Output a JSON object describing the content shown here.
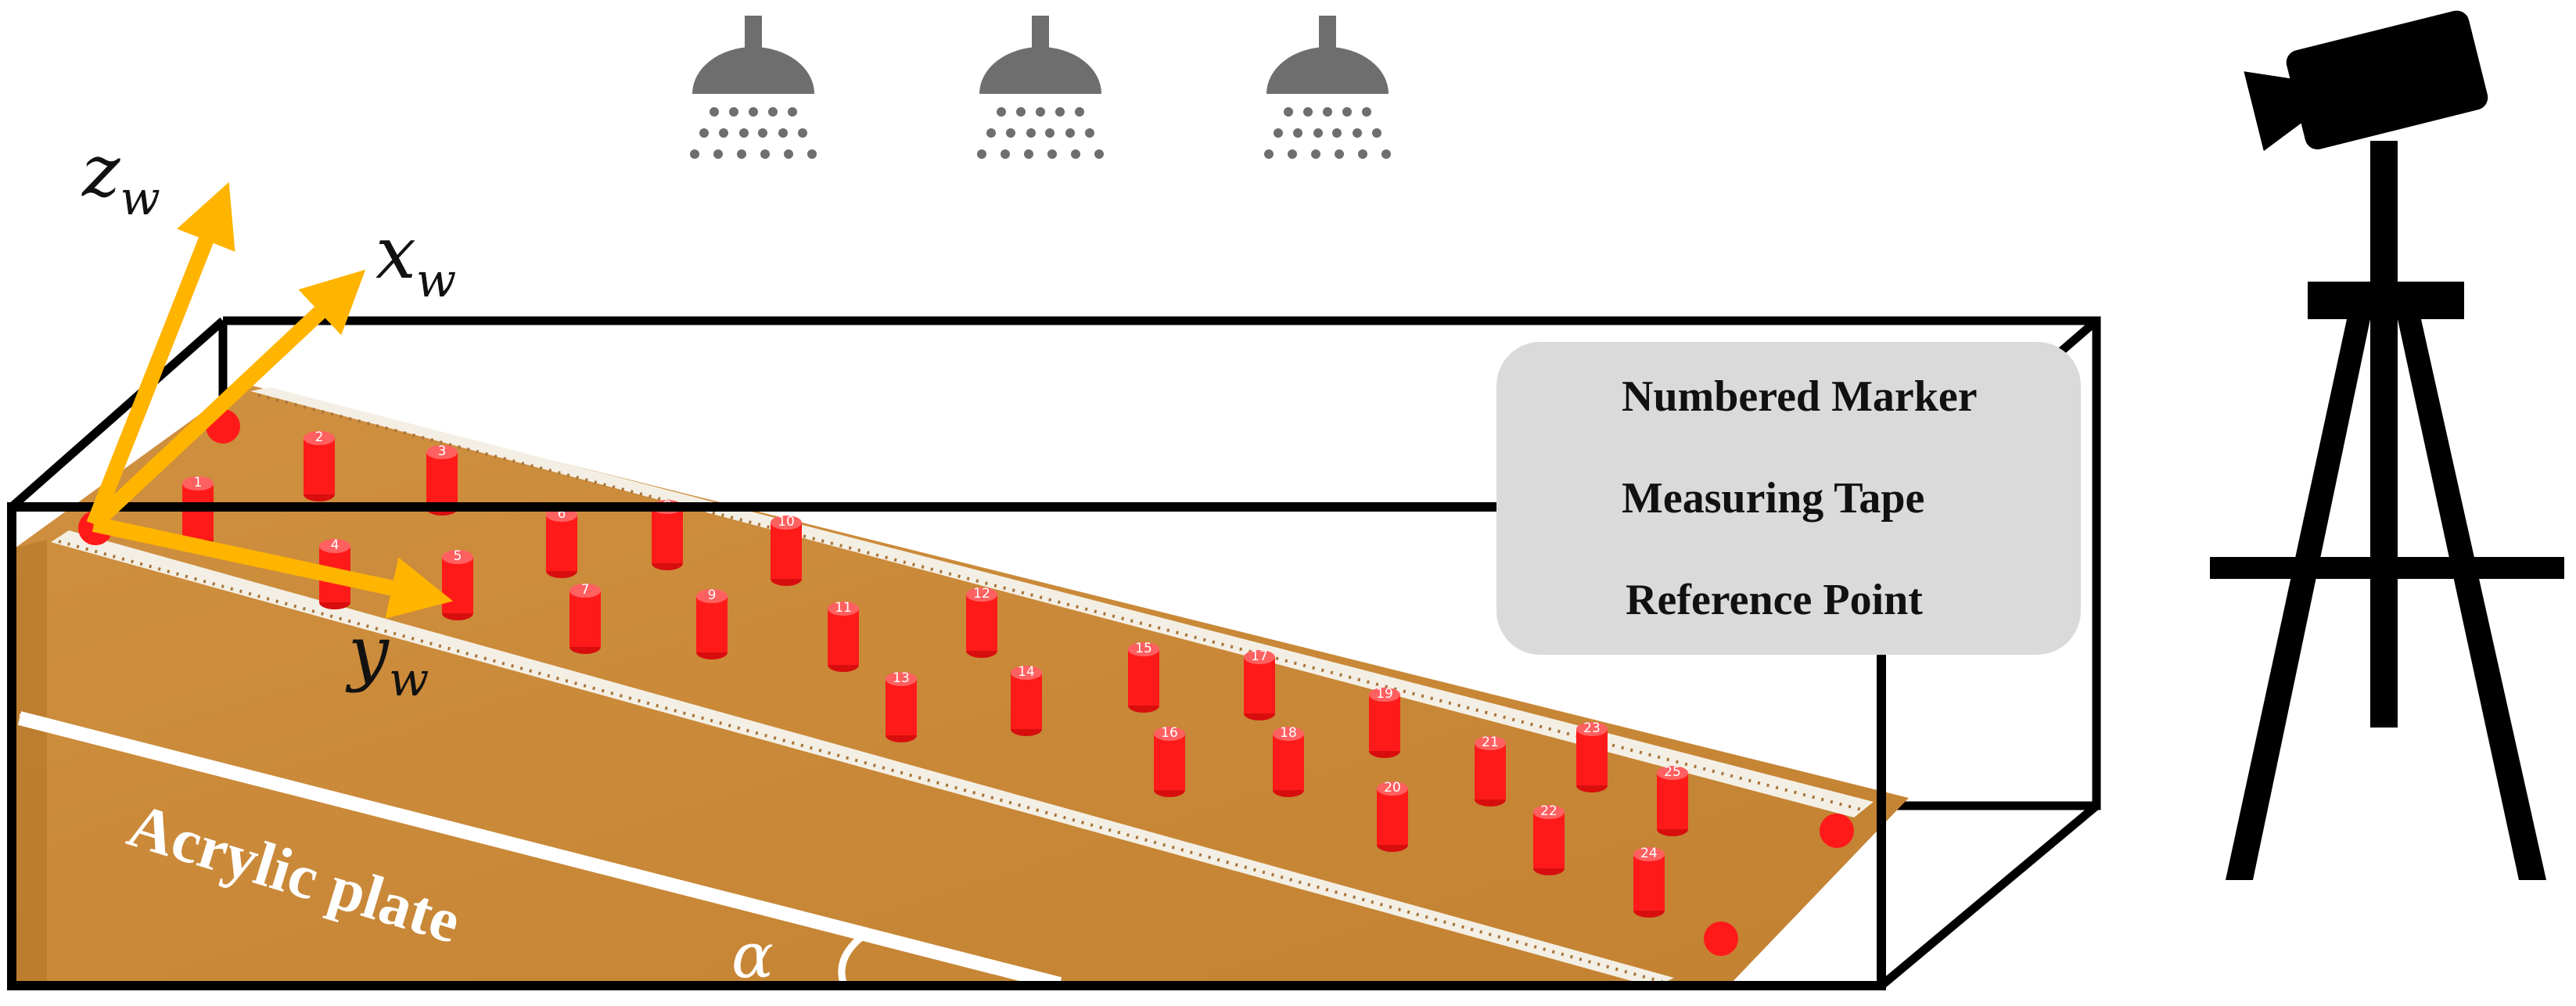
{
  "axes": {
    "z": {
      "base": "z",
      "sub": "w"
    },
    "x": {
      "base": "x",
      "sub": "w"
    },
    "y": {
      "base": "y",
      "sub": "w"
    }
  },
  "plate_label": "Acrylic plate",
  "angle_label": "α",
  "legend": {
    "items": [
      {
        "label": "Numbered Marker",
        "icon": "cylinder-marker-icon"
      },
      {
        "label": "Measuring Tape",
        "icon": "measuring-tape-icon"
      },
      {
        "label": "Reference Point",
        "icon": "red-dot-icon"
      }
    ]
  },
  "markers": [
    "1",
    "2",
    "3",
    "4",
    "5",
    "6",
    "7",
    "8",
    "9",
    "10",
    "11",
    "12",
    "13",
    "14",
    "15",
    "16",
    "17",
    "18",
    "19",
    "20",
    "21",
    "22",
    "23",
    "24",
    "25"
  ],
  "colors": {
    "marker": "#ff1a1a",
    "axis_arrow": "#ffb400",
    "plate": "#c98a3a",
    "lamp": "#6e6e6e",
    "frame": "#000000"
  },
  "icons": {
    "lamps": [
      "shower-lamp-icon",
      "shower-lamp-icon",
      "shower-lamp-icon"
    ],
    "camera": "camera-on-tripod-icon"
  }
}
